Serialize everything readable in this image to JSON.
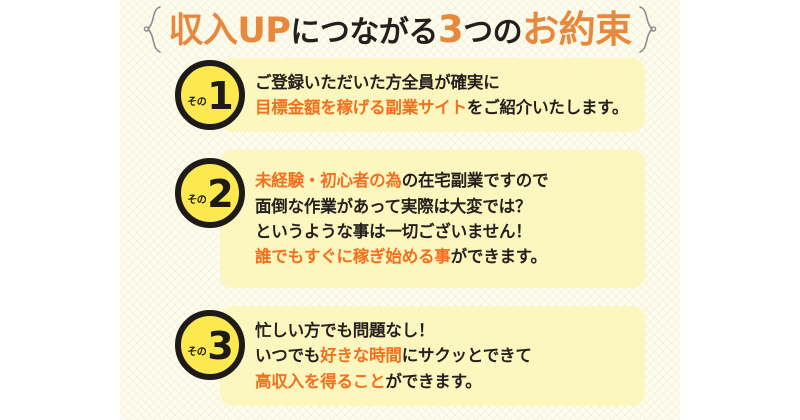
{
  "background": {
    "page_color": "#ffffff",
    "panel_color": "#fdfcef"
  },
  "colors": {
    "accent_orange": "#e8883c",
    "emphasis_orange": "#f4701f",
    "dark_text": "#241f1c",
    "badge_fill": "#fbe94f",
    "badge_ring": "#1d1a18",
    "card_fill": "#fcf6bf",
    "brace_gray": "#8d8d8d"
  },
  "header": {
    "left_brace": "left-curly-brace",
    "right_brace": "right-curly-brace",
    "segments": [
      {
        "text": "収入UP",
        "style": "orange"
      },
      {
        "text": "につながる",
        "style": "dark"
      },
      {
        "text": "3",
        "style": "orange-big"
      },
      {
        "text": "つの",
        "style": "dark"
      },
      {
        "text": "お約束",
        "style": "orange-big"
      }
    ],
    "plain_title": "収入UPにつながる3つのお約束"
  },
  "promises": [
    {
      "badge_label": "その",
      "badge_number": "1",
      "lines": [
        [
          {
            "text": "ご登録いただいた方全員が確実に",
            "style": "normal"
          }
        ],
        [
          {
            "text": "目標金額を稼げる副業サイト",
            "style": "em"
          },
          {
            "text": "をご紹介いたします。",
            "style": "normal"
          }
        ]
      ]
    },
    {
      "badge_label": "その",
      "badge_number": "2",
      "lines": [
        [
          {
            "text": "未経験・初心者の為",
            "style": "em"
          },
          {
            "text": "の在宅副業ですので",
            "style": "normal"
          }
        ],
        [
          {
            "text": "面倒な作業があって実際は大変では？",
            "style": "normal"
          }
        ],
        [
          {
            "text": "というような事は一切ございません！",
            "style": "normal"
          }
        ],
        [
          {
            "text": "誰でもすぐに稼ぎ始める事",
            "style": "em"
          },
          {
            "text": "ができます。",
            "style": "normal"
          }
        ]
      ]
    },
    {
      "badge_label": "その",
      "badge_number": "3",
      "lines": [
        [
          {
            "text": "忙しい方でも問題なし！",
            "style": "normal"
          }
        ],
        [
          {
            "text": "いつでも",
            "style": "normal"
          },
          {
            "text": "好きな時間",
            "style": "em"
          },
          {
            "text": "にサクッとできて",
            "style": "normal"
          }
        ],
        [
          {
            "text": "高収入を得ること",
            "style": "em"
          },
          {
            "text": "ができます。",
            "style": "normal"
          }
        ]
      ]
    }
  ]
}
